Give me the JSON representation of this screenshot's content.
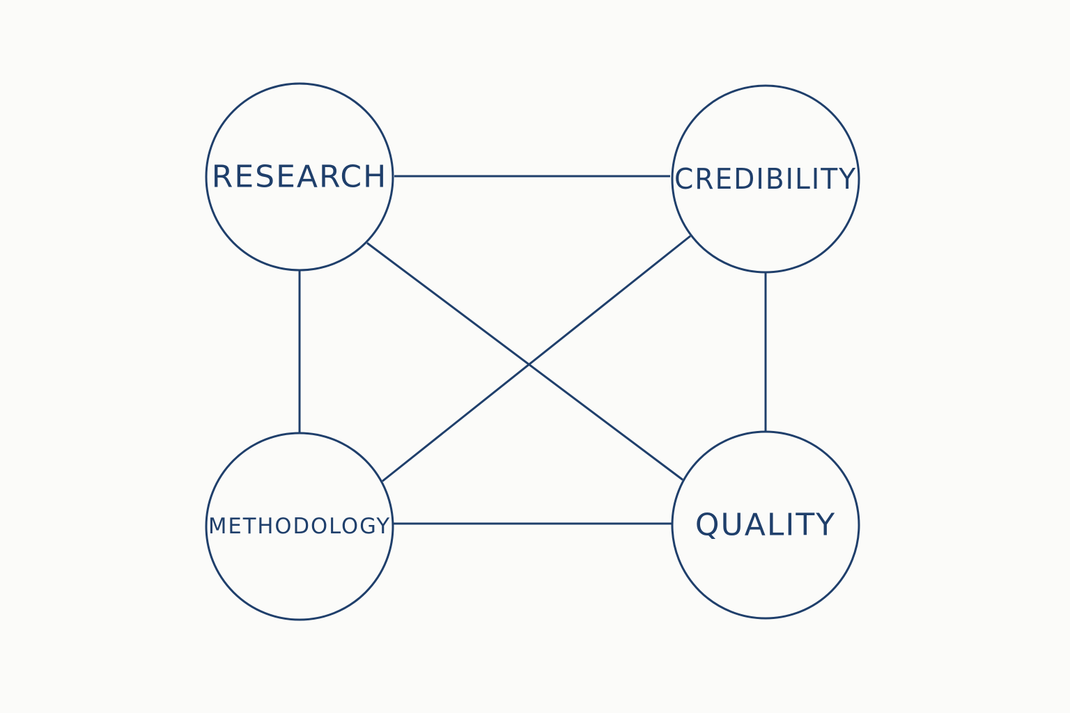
{
  "colors": {
    "background": "#fbfbf9",
    "stroke": "#1f3f6b",
    "text": "#1f3f6b"
  },
  "nodes": [
    {
      "id": "research",
      "label": "RESEARCH"
    },
    {
      "id": "credibility",
      "label": "CREDIBILITY"
    },
    {
      "id": "methodology",
      "label": "METHODOLOGY"
    },
    {
      "id": "quality",
      "label": "QUALITY"
    }
  ],
  "edges": [
    {
      "from": "research",
      "to": "credibility"
    },
    {
      "from": "research",
      "to": "methodology"
    },
    {
      "from": "research",
      "to": "quality"
    },
    {
      "from": "credibility",
      "to": "methodology"
    },
    {
      "from": "credibility",
      "to": "quality"
    },
    {
      "from": "methodology",
      "to": "quality"
    }
  ]
}
